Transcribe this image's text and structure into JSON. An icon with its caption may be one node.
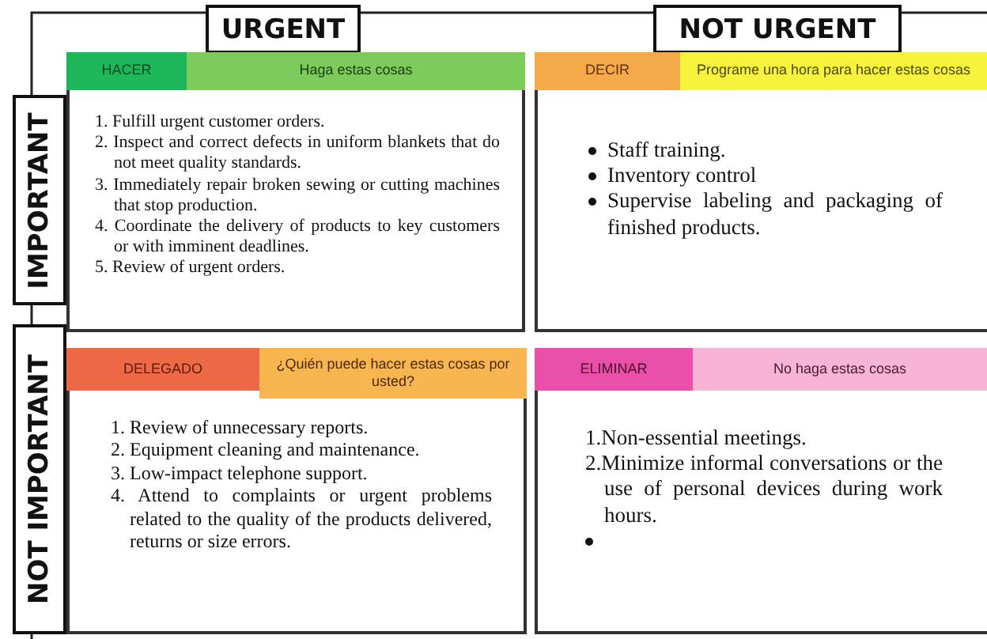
{
  "diagram": {
    "nodes": [
      {
        "text": [
          "URGENT"
        ]
      },
      {
        "text": [
          "NOT URGENT"
        ]
      },
      {
        "text": [
          "IMPORTANT"
        ]
      },
      {
        "text": [
          "NOT IMPORTANT"
        ]
      },
      {
        "text": [
          "1. Fulfill urgent customer orders.",
          "2. Inspect and correct defects in uniform blankets that do not meet quality standards.",
          "3. Immediately repair broken sewing or cutting machines that stop production.",
          "4. Coordinate the delivery of products to key customers or with imminent deadlines.",
          "5. Review of urgent orders."
        ]
      },
      {
        "text": [
          "HACER"
        ]
      },
      {
        "text": [
          "Haga estas cosas"
        ]
      },
      {
        "text": [
          "Staff training.",
          "Inventory control",
          "Supervise labeling and packaging of finished products."
        ]
      },
      {
        "text": [
          "DECIR"
        ]
      },
      {
        "text": [
          "Programe una hora para hacer estas cosas"
        ]
      },
      {
        "text": [
          "1. Review of unnecessary reports.",
          "2. Equipment cleaning and maintenance.",
          "3. Low-impact telephone support.",
          "4. Attend to complaints or urgent problems related to the quality of the products delivered, returns or size errors."
        ]
      },
      {
        "text": [
          "DELEGADO"
        ]
      },
      {
        "text": [
          "¿Quién puede hacer estas cosas por usted?"
        ]
      },
      {
        "text": [
          "1.Non-essential meetings.",
          "2.Minimize informal conversations or the use of personal devices during work hours."
        ]
      },
      {
        "text": [
          "ELIMINAR"
        ]
      },
      {
        "text": [
          "No haga estas cosas"
        ]
      }
    ]
  }
}
